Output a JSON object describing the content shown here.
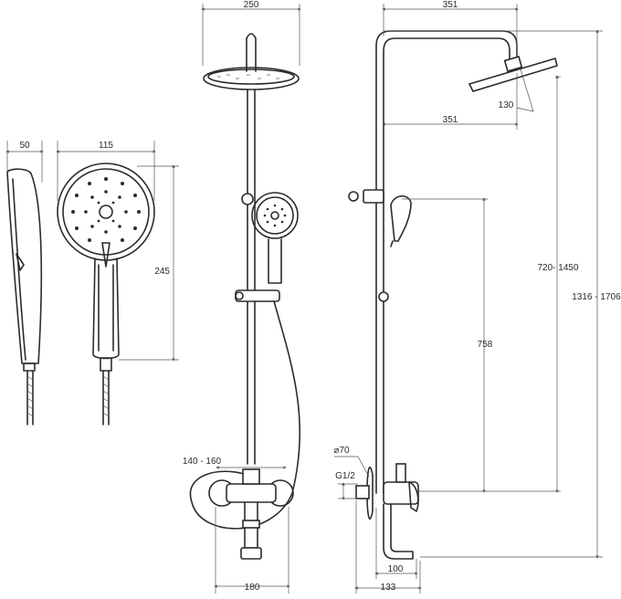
{
  "dimensions": {
    "top_diameter_front": "250",
    "side_arm_reach_top": "351",
    "side_arm_reach_mid": "351",
    "showerhead_tilt": "130",
    "hand_shower_depth": "50",
    "hand_shower_width": "115",
    "hand_shower_length": "245",
    "height_range_slider": "720- 1450",
    "total_height": "1316 - 1706",
    "holder_height": "758",
    "mixer_spacing_range": "140 - 160",
    "mixer_spacing_bottom": "180",
    "escutcheon_diameter": "⌀70",
    "thread": "G1/2",
    "spout_offset": "100",
    "spout_length": "133"
  }
}
